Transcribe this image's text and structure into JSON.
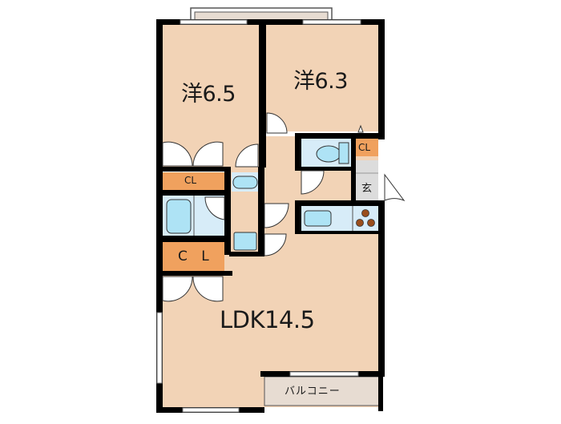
{
  "floorplan": {
    "colors": {
      "room_fill": "#f2d3b6",
      "closet_fill": "#f0a15e",
      "wet_fill": "#d7ecf8",
      "fixture_fill": "#aee3f5",
      "entrance_fill": "#dcdcdc",
      "balcony_fill": "#e7dcd2",
      "wall": "#000000",
      "door_swing": "#ffffff",
      "stove_burner": "#9a4e1c"
    },
    "rooms": {
      "western_room_1": {
        "label": "洋6.5"
      },
      "western_room_2": {
        "label": "洋6.3"
      },
      "ldk": {
        "label": "LDK14.5"
      },
      "closet_upper_left": {
        "label": "CL"
      },
      "closet_lower_left": {
        "label": "C L"
      },
      "closet_entrance": {
        "label": "CL"
      },
      "entrance": {
        "label": "玄"
      },
      "balcony": {
        "label": "バルコニー"
      }
    },
    "fixtures": [
      "toilet",
      "bathtub",
      "washbasin",
      "washing-machine-pan",
      "kitchen-sink",
      "stove"
    ]
  }
}
